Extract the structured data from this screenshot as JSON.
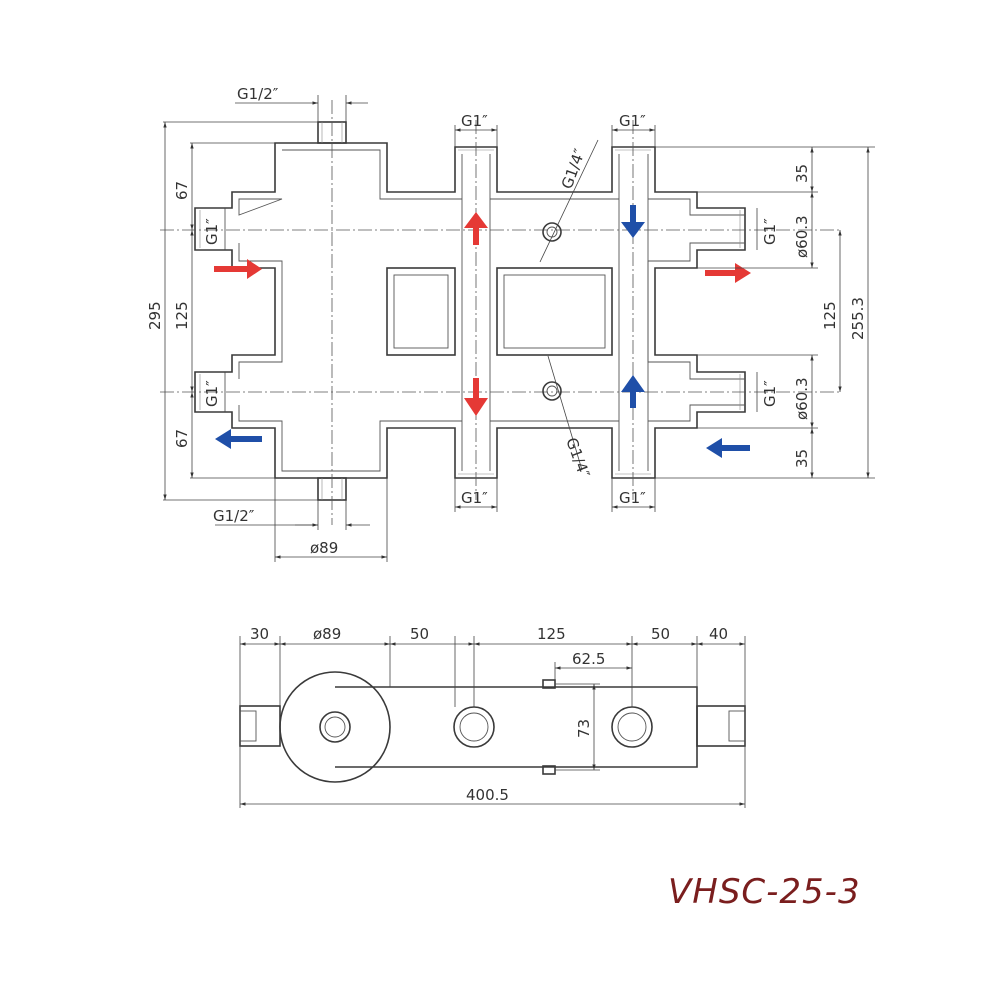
{
  "model": "VHSC-25-3",
  "colors": {
    "hot": "#e53935",
    "cold": "#1f4fa8",
    "line": "#3a3a3a",
    "title": "#7a1e1e"
  },
  "top_view": {
    "labels": {
      "port_top": "G1/2″",
      "port_bottom": "G1/2″",
      "riser1_top": "G1″",
      "riser1_bottom": "G1″",
      "riser2_top": "G1″",
      "riser2_bottom": "G1″",
      "sensor_top": "G1/4″",
      "sensor_bottom": "G1/4″",
      "left_upper": "G1″",
      "left_lower": "G1″",
      "right_upper": "G1″",
      "right_lower": "G1″"
    },
    "dimensions": {
      "overall_height": "295",
      "left_top": "67",
      "left_mid": "125",
      "left_bottom": "67",
      "right_top": "35",
      "right_dia_upper": "ø60.3",
      "right_mid": "125",
      "right_overall": "255.3",
      "right_dia_lower": "ø60.3",
      "right_bottom": "35",
      "body_diameter": "ø89"
    }
  },
  "side_view": {
    "dimensions": {
      "d1": "30",
      "d2": "ø89",
      "d3": "50",
      "d4": "125",
      "d5": "50",
      "d6": "40",
      "sensor_spacing": "62.5",
      "height": "73",
      "overall_length": "400.5"
    }
  }
}
